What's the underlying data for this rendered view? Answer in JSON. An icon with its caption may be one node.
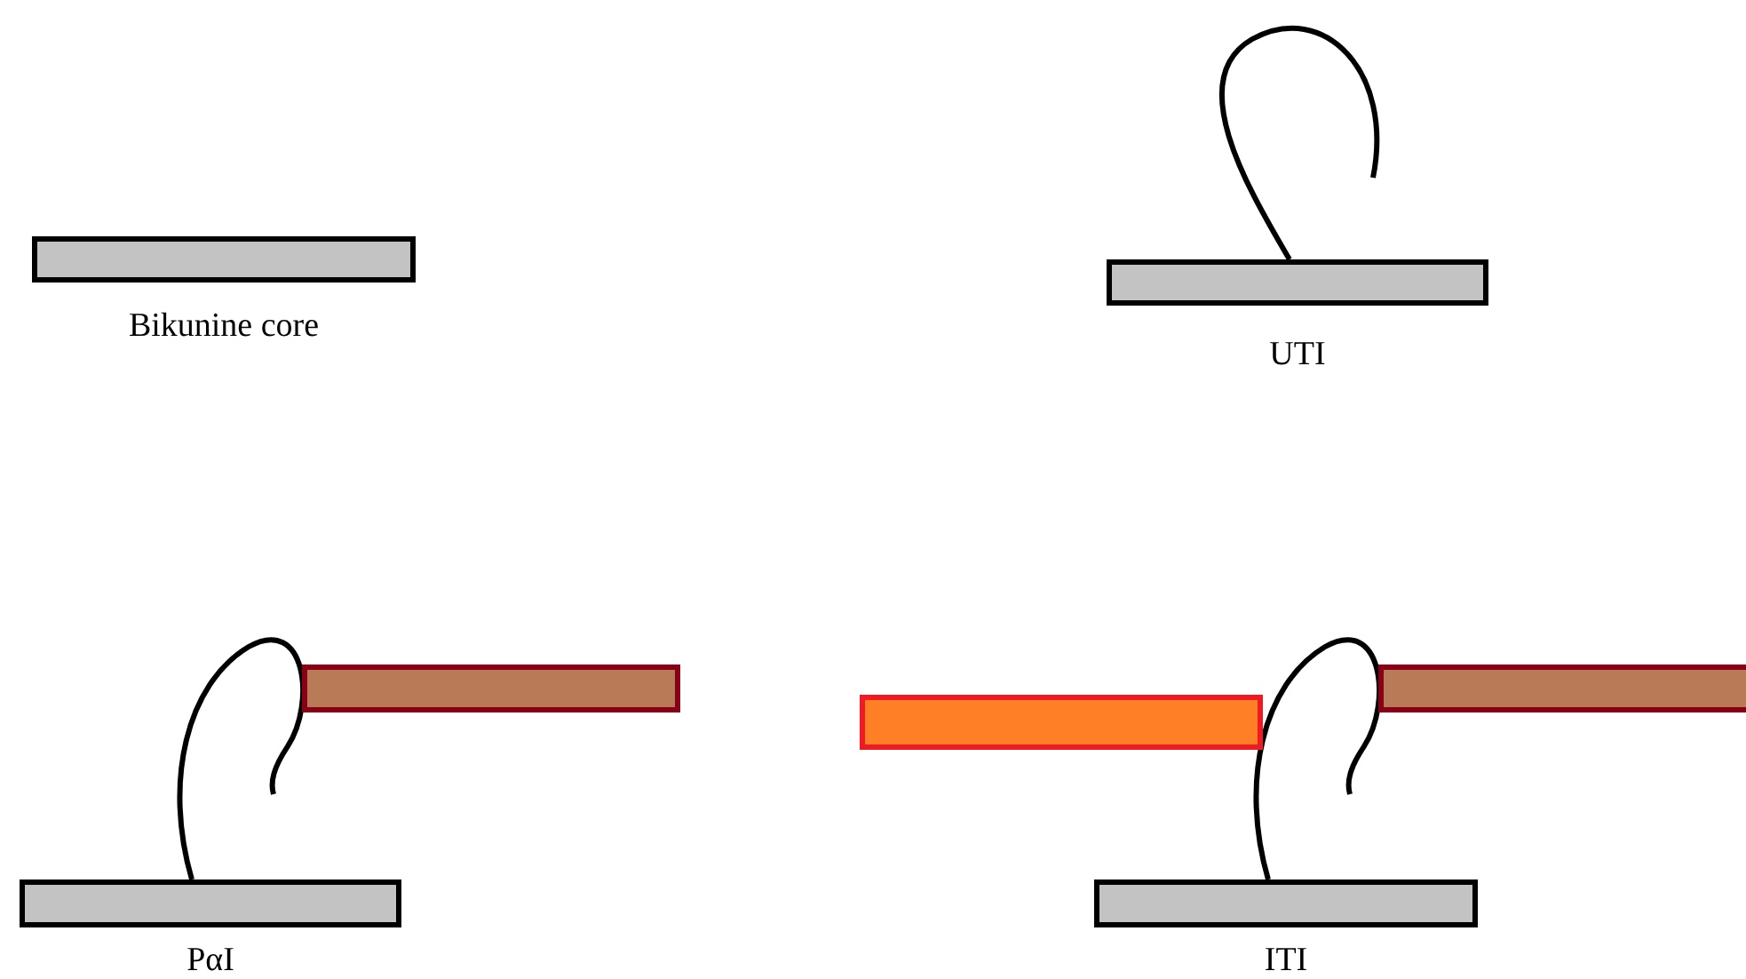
{
  "diagram": {
    "nodes": [
      {
        "text": [],
        "shape": "bar",
        "beside": [
          "Bikunine core"
        ]
      },
      {
        "text": [],
        "shape": "bar",
        "beside": [
          "UTI"
        ]
      },
      {
        "text": [],
        "shape": "bar",
        "beside": [
          "PαI"
        ]
      },
      {
        "text": [],
        "shape": "bar"
      },
      {
        "text": [],
        "shape": "bar",
        "beside": [
          "ITI"
        ]
      },
      {
        "text": [],
        "shape": "bar"
      },
      {
        "text": [],
        "shape": "bar"
      }
    ]
  }
}
